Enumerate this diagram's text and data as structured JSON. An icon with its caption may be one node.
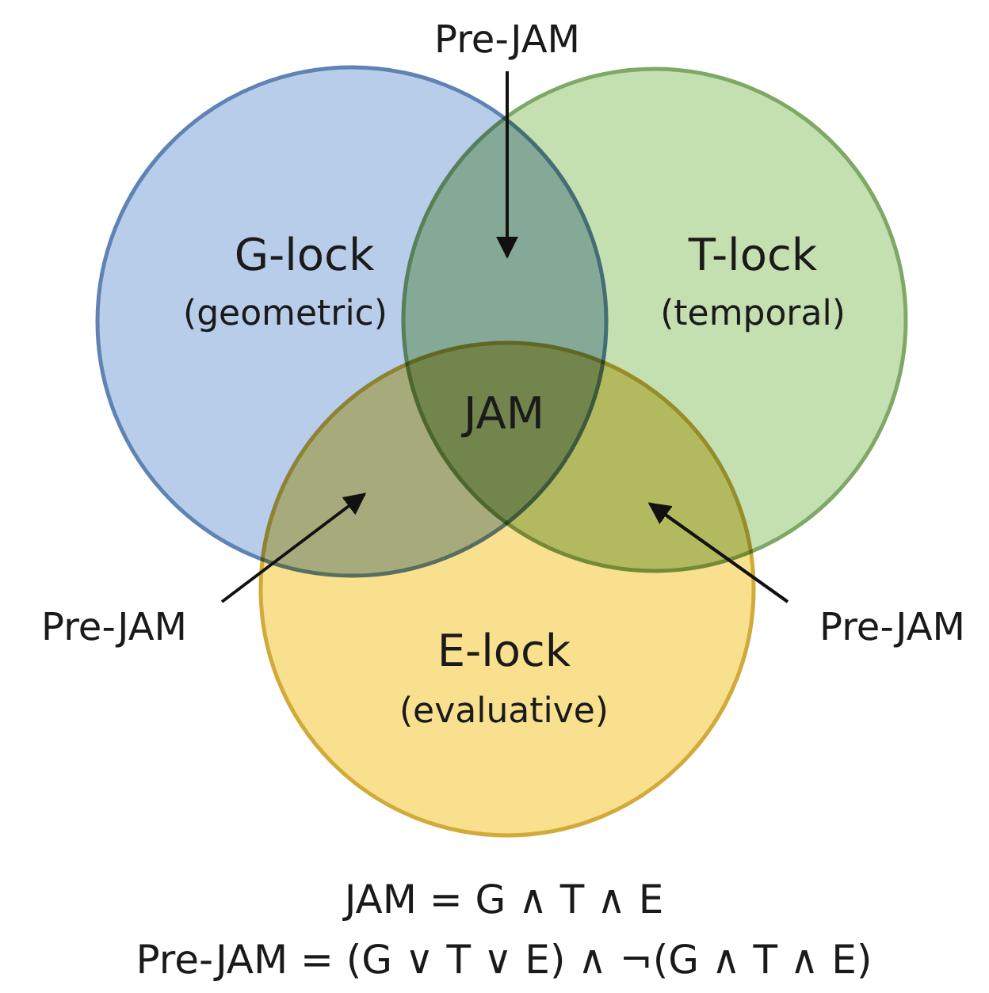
{
  "diagram": {
    "nodes": [
      {
        "text": [
          "G-lock",
          "(geometric)"
        ]
      },
      {
        "text": [
          "T-lock",
          "(temporal)"
        ]
      },
      {
        "text": [
          "E-lock",
          "(evaluative)"
        ]
      },
      {
        "text": [
          "Pre-JAM"
        ]
      },
      {
        "text": [
          "Pre-JAM"
        ]
      },
      {
        "text": [
          "Pre-JAM"
        ]
      },
      {
        "text": [],
        "shape": "lens"
      },
      {
        "text": [],
        "shape": "lens"
      },
      {
        "text": [],
        "shape": "lens"
      }
    ],
    "edges": [
      {
        "from": 3,
        "to": 6,
        "arrow": "to"
      },
      {
        "from": 4,
        "to": 7,
        "arrow": "to"
      },
      {
        "from": 5,
        "to": 8,
        "arrow": "to"
      }
    ],
    "labels": [
      "JAM",
      "JAM = G ∧ T ∧ E",
      "Pre-JAM = (G ∨ T ∨ E) ∧ ¬(G ∧ T ∧ E)"
    ]
  }
}
